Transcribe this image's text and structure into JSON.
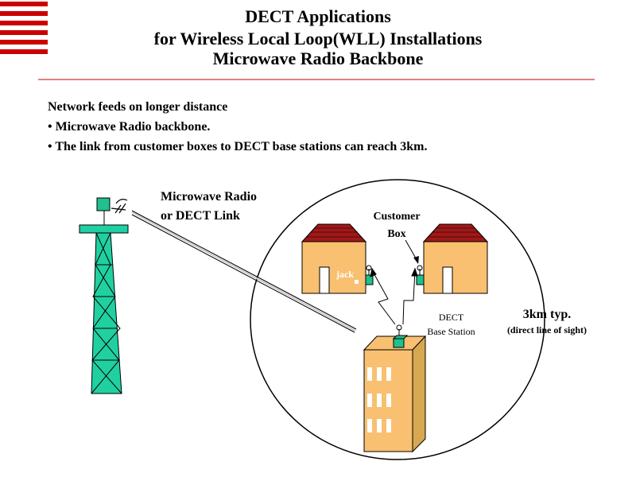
{
  "title": {
    "line1": "DECT Applications",
    "line2": "for Wireless Local Loop(WLL) Installations",
    "line3": "Microwave Radio Backbone"
  },
  "content": {
    "heading": "Network feeds on longer distance",
    "bullet_marker": "•",
    "bullets": [
      "Microwave Radio backbone.",
      "The link from customer boxes to DECT base stations can reach 3km."
    ]
  },
  "diagram": {
    "link_label_line1": "Microwave Radio",
    "link_label_line2": "or DECT Link",
    "customer_box_line1": "Customer",
    "customer_box_line2": "Box",
    "jack_label": "jack",
    "dect_line1": "DECT",
    "dect_line2": "Base Station",
    "range_label": "3km typ.",
    "range_sub": "(direct line of sight)"
  },
  "colors": {
    "accent_red": "#cc0000",
    "tower_green": "#20d0a0",
    "house_wall": "#f8c070",
    "roof_brick": "#a01818",
    "building_side": "#d8a850",
    "radio_box": "#20c090"
  }
}
